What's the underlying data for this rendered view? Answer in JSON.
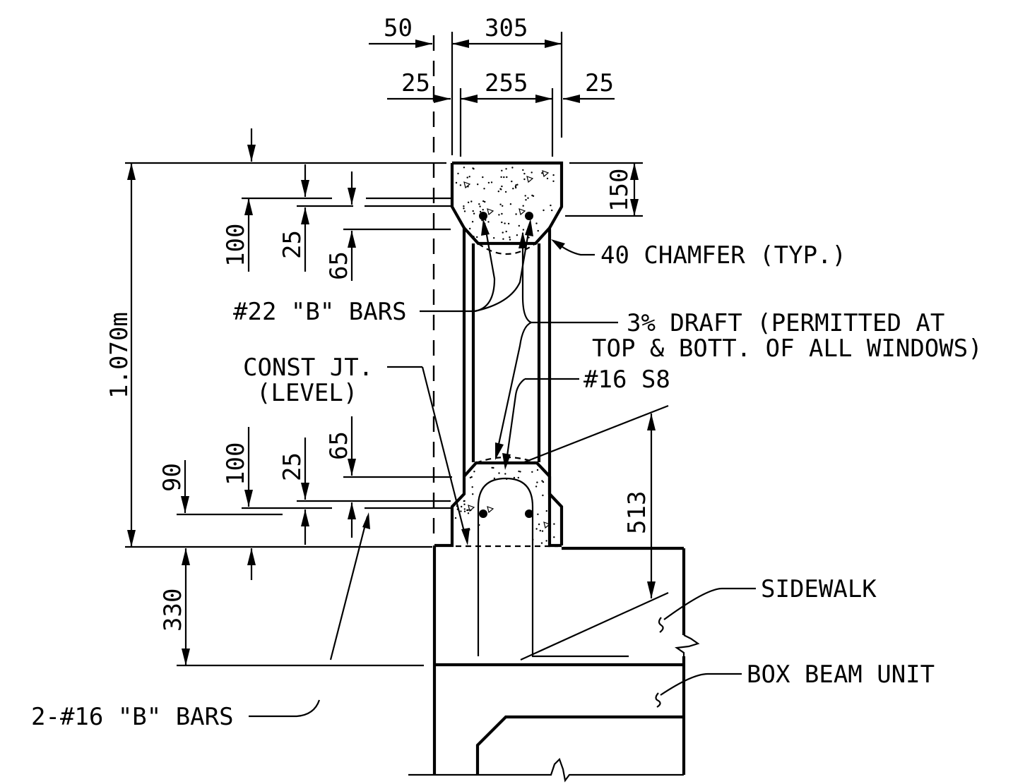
{
  "dimensions": {
    "d50": "50",
    "d305": "305",
    "d25_left": "25",
    "d255": "255",
    "d25_right": "25",
    "d150": "150",
    "d100_top": "100",
    "d25_top": "25",
    "d65_top": "65",
    "d1070": "1.070m",
    "d90": "90",
    "d100_bot": "100",
    "d25_bot": "25",
    "d65_bot": "65",
    "d513": "513",
    "d330": "330"
  },
  "callouts": {
    "chamfer": "40 CHAMFER (TYP.)",
    "b_bars_22": "#22 \"B\" BARS",
    "draft_line1": "3% DRAFT (PERMITTED AT",
    "draft_line2": "TOP & BOTT. OF ALL WINDOWS)",
    "const_jt_line1": "CONST JT.",
    "const_jt_line2": "(LEVEL)",
    "s8": "#16 S8",
    "sidewalk": "SIDEWALK",
    "box_beam": "BOX BEAM UNIT",
    "b_bars_16": "2-#16 \"B\" BARS"
  }
}
